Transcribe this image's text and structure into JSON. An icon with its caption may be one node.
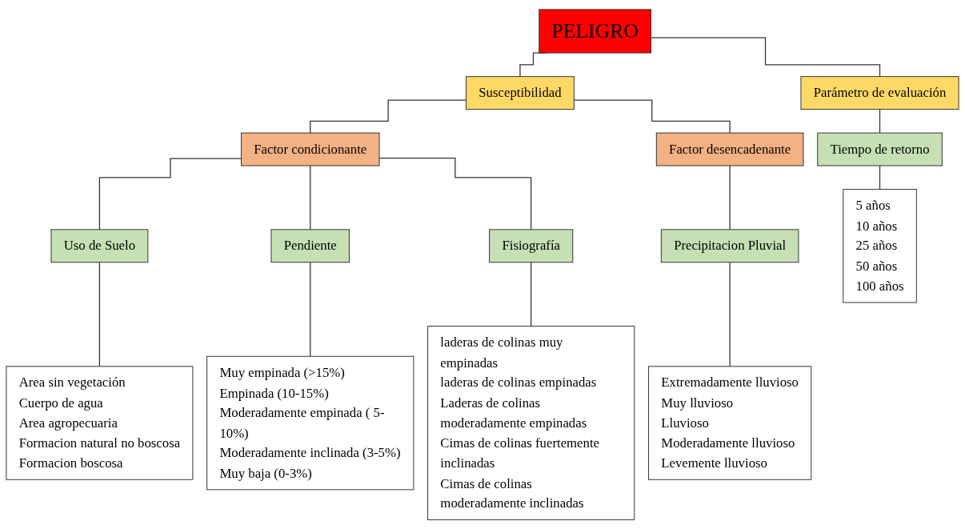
{
  "diagram": {
    "nodes": [
      {
        "text": [
          "PELIGRO"
        ]
      },
      {
        "text": [
          "Parámetro de evaluación"
        ]
      },
      {
        "text": [
          "Susceptibilidad"
        ]
      },
      {
        "text": [
          "Tiempo de retorno"
        ]
      },
      {
        "text": [
          "Factor condicionante"
        ]
      },
      {
        "text": [
          "Factor desencadenante"
        ]
      },
      {
        "text": [
          "Uso de Suelo"
        ]
      },
      {
        "text": [
          "Pendiente"
        ]
      },
      {
        "text": [
          "Fisiografía"
        ]
      },
      {
        "text": [
          "Precipitacion Pluvial"
        ]
      },
      {
        "text": [
          "5 años",
          "10 años",
          "25 años",
          "50 años",
          "100 años"
        ]
      },
      {
        "text": [
          "Area sin vegetación",
          "Cuerpo de agua",
          "Area agropecuaria",
          "Formacion natural no boscosa",
          "Formacion boscosa"
        ]
      },
      {
        "text": [
          "Muy empinada (>15%)",
          "Empinada (10-15%)",
          "Moderadamente empinada ( 5-10%)",
          "Moderadamente inclinada (3-5%)",
          "Muy baja (0-3%)"
        ]
      },
      {
        "text": [
          "laderas de colinas muy empinadas",
          "laderas de colinas empinadas",
          "Laderas de colinas moderadamente empinadas",
          "Cimas de colinas fuertemente inclinadas",
          "Cimas de colinas moderadamente inclinadas"
        ]
      },
      {
        "text": [
          "Extremadamente lluvioso",
          "Muy lluvioso",
          "Lluvioso",
          "Moderadamente lluvioso",
          "Levemente lluvioso"
        ]
      }
    ],
    "edges": [
      {
        "from": 0,
        "to": 1,
        "arrow": "none"
      },
      {
        "from": 0,
        "to": 2,
        "arrow": "none"
      },
      {
        "from": 1,
        "to": 3,
        "arrow": "none"
      },
      {
        "from": 3,
        "to": 10,
        "arrow": "none"
      },
      {
        "from": 2,
        "to": 4,
        "arrow": "none"
      },
      {
        "from": 2,
        "to": 5,
        "arrow": "none"
      },
      {
        "from": 4,
        "to": 6,
        "arrow": "none"
      },
      {
        "from": 4,
        "to": 7,
        "arrow": "none"
      },
      {
        "from": 4,
        "to": 8,
        "arrow": "none"
      },
      {
        "from": 6,
        "to": 11,
        "arrow": "none"
      },
      {
        "from": 7,
        "to": 12,
        "arrow": "none"
      },
      {
        "from": 8,
        "to": 13,
        "arrow": "none"
      },
      {
        "from": 5,
        "to": 9,
        "arrow": "none"
      },
      {
        "from": 9,
        "to": 14,
        "arrow": "none"
      }
    ]
  }
}
